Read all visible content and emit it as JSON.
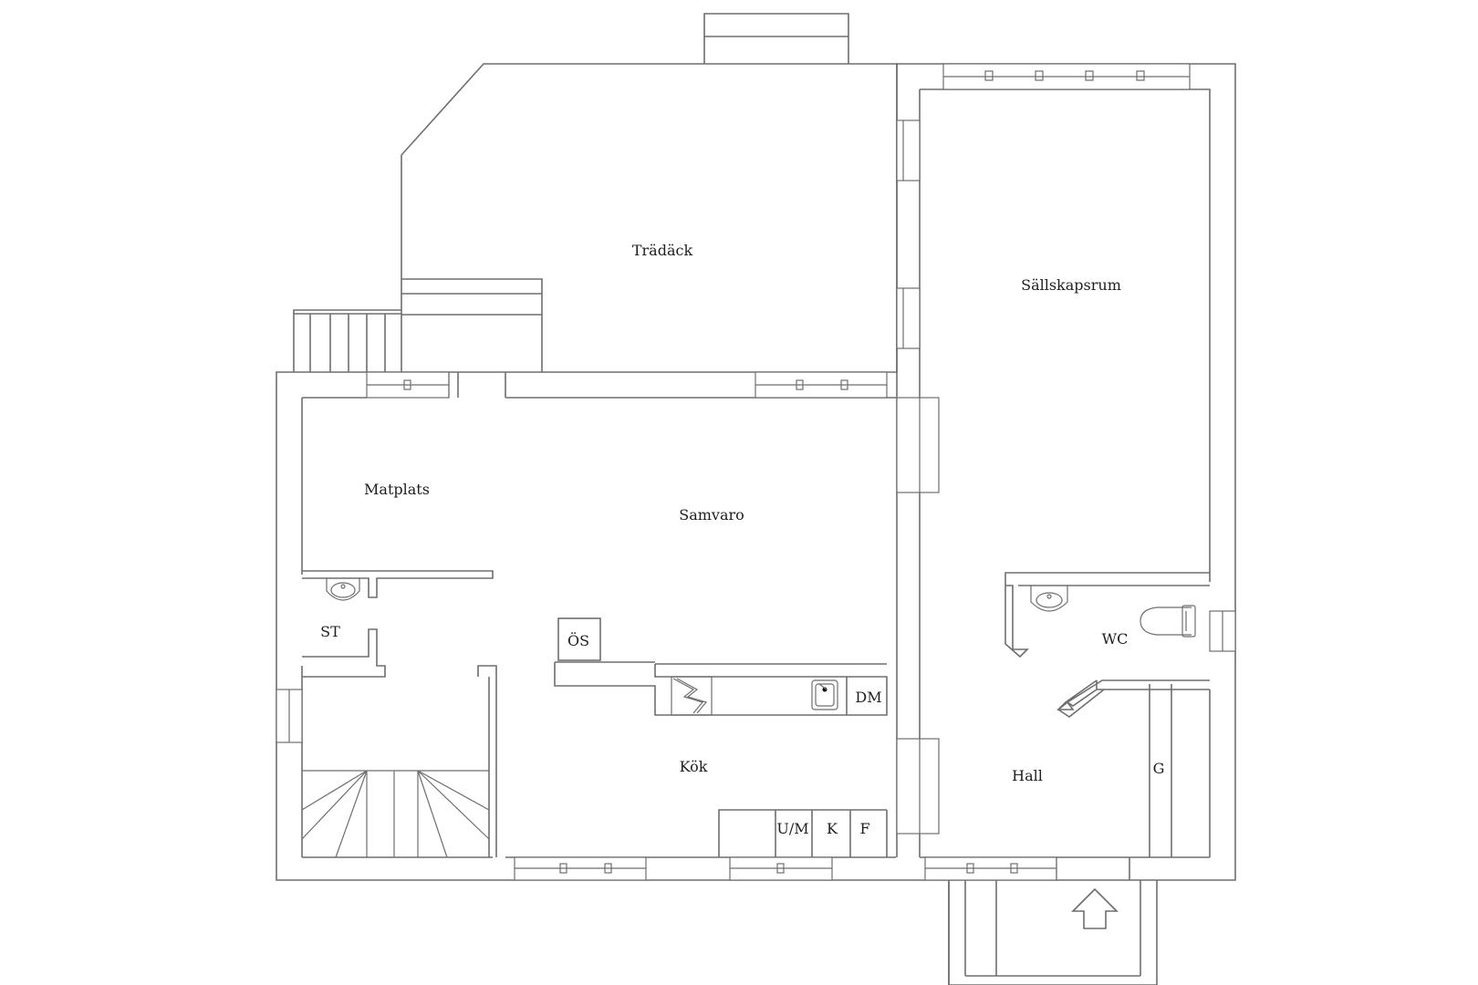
{
  "rooms": {
    "tradack": "Trädäck",
    "sallskapsrum": "Sällskapsrum",
    "matplats": "Matplats",
    "samvaro": "Samvaro",
    "st": "ST",
    "os": "ÖS",
    "wc": "WC",
    "dm": "DM",
    "kok": "Kök",
    "hall": "Hall",
    "g": "G",
    "um": "U/M",
    "k": "K",
    "f": "F"
  },
  "icons": {
    "entrance": "entrance-arrow-icon",
    "stove": "stove-icon",
    "sink": "sink-icon",
    "washbasin": "washbasin-icon",
    "toilet": "toilet-icon"
  },
  "colors": {
    "wall": "#6e6e6e",
    "text": "#1e1e1e",
    "background": "#ffffff"
  }
}
